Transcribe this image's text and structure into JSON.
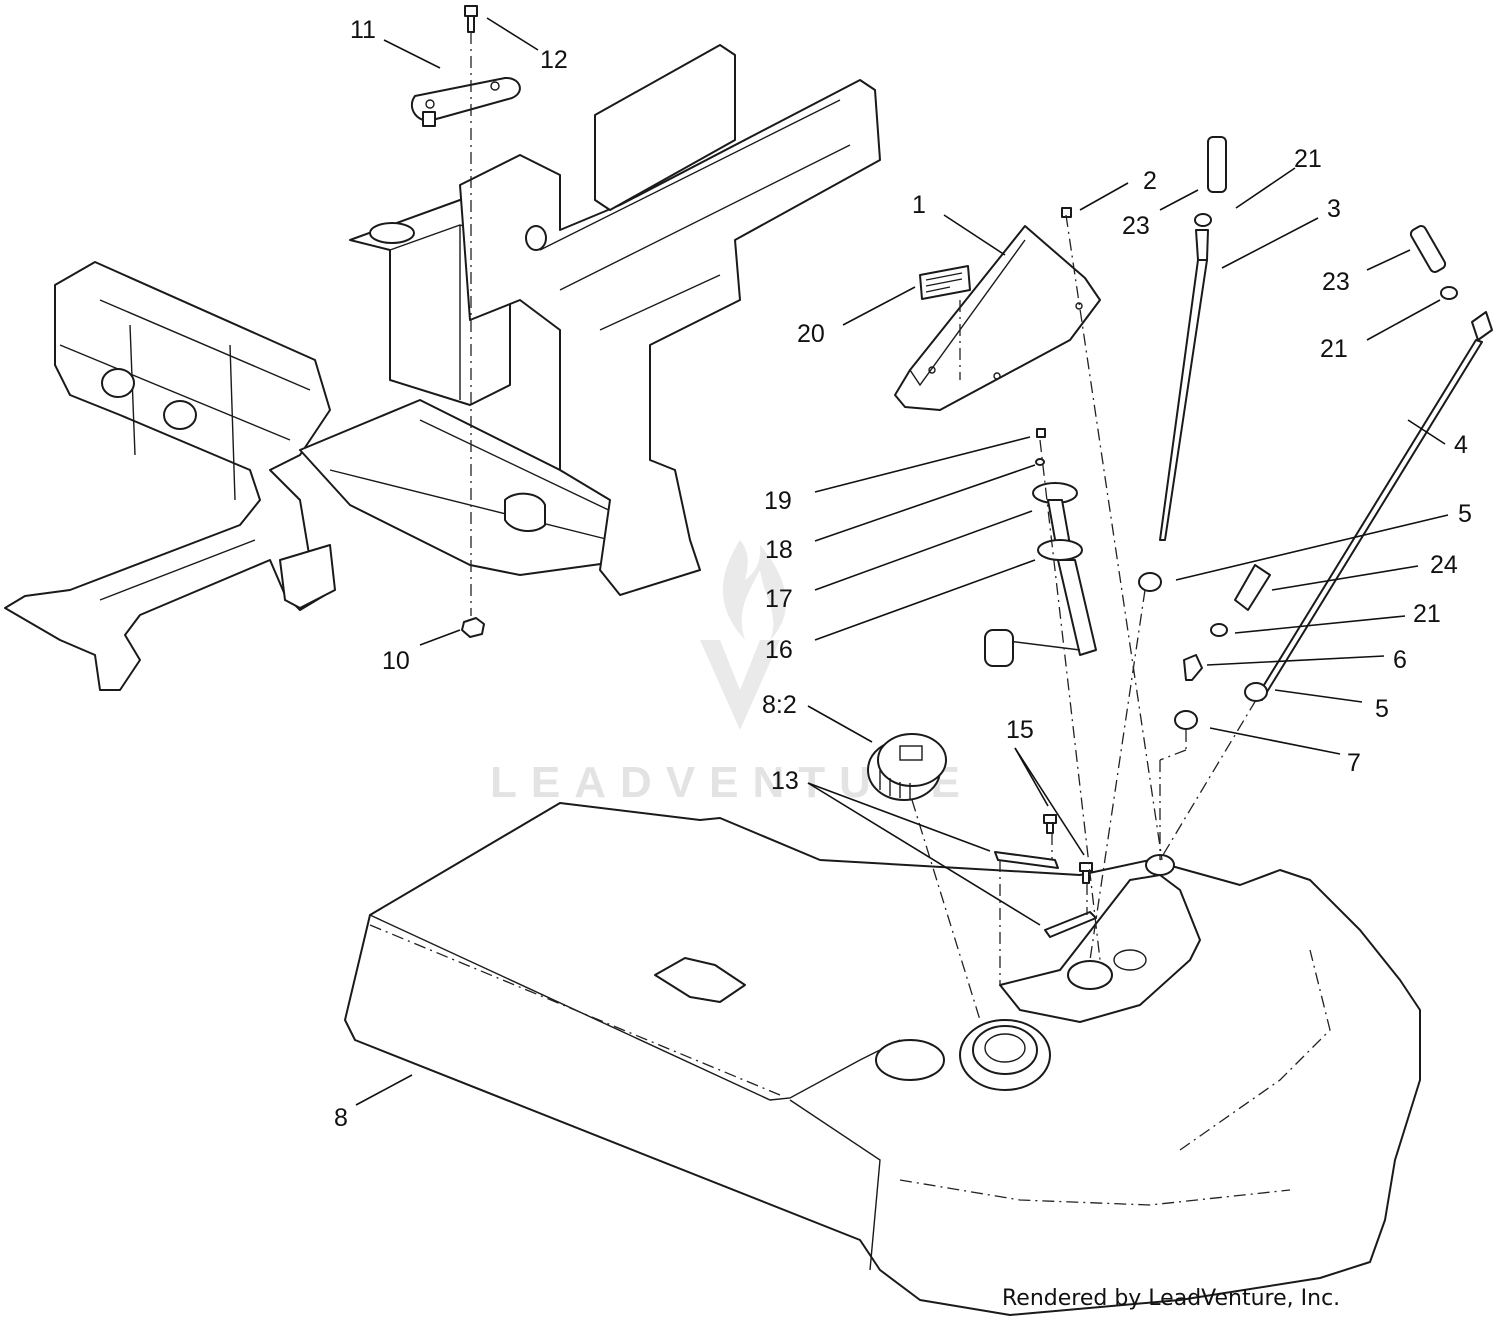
{
  "watermark": {
    "text": "LEADVENTURE"
  },
  "credit": "Rendered by LeadVenture, Inc.",
  "callouts": [
    {
      "id": "c11",
      "label": "11"
    },
    {
      "id": "c12",
      "label": "12"
    },
    {
      "id": "c10",
      "label": "10"
    },
    {
      "id": "c1",
      "label": "1"
    },
    {
      "id": "c2",
      "label": "2"
    },
    {
      "id": "c20",
      "label": "20"
    },
    {
      "id": "c23a",
      "label": "23"
    },
    {
      "id": "c21a",
      "label": "21"
    },
    {
      "id": "c3",
      "label": "3"
    },
    {
      "id": "c23b",
      "label": "23"
    },
    {
      "id": "c21b",
      "label": "21"
    },
    {
      "id": "c4",
      "label": "4"
    },
    {
      "id": "c19",
      "label": "19"
    },
    {
      "id": "c18",
      "label": "18"
    },
    {
      "id": "c17",
      "label": "17"
    },
    {
      "id": "c16",
      "label": "16"
    },
    {
      "id": "c5a",
      "label": "5"
    },
    {
      "id": "c24",
      "label": "24"
    },
    {
      "id": "c21c",
      "label": "21"
    },
    {
      "id": "c6",
      "label": "6"
    },
    {
      "id": "c5b",
      "label": "5"
    },
    {
      "id": "c7",
      "label": "7"
    },
    {
      "id": "c82",
      "label": "8:2"
    },
    {
      "id": "c15",
      "label": "15"
    },
    {
      "id": "c13",
      "label": "13"
    },
    {
      "id": "c8",
      "label": "8"
    }
  ]
}
